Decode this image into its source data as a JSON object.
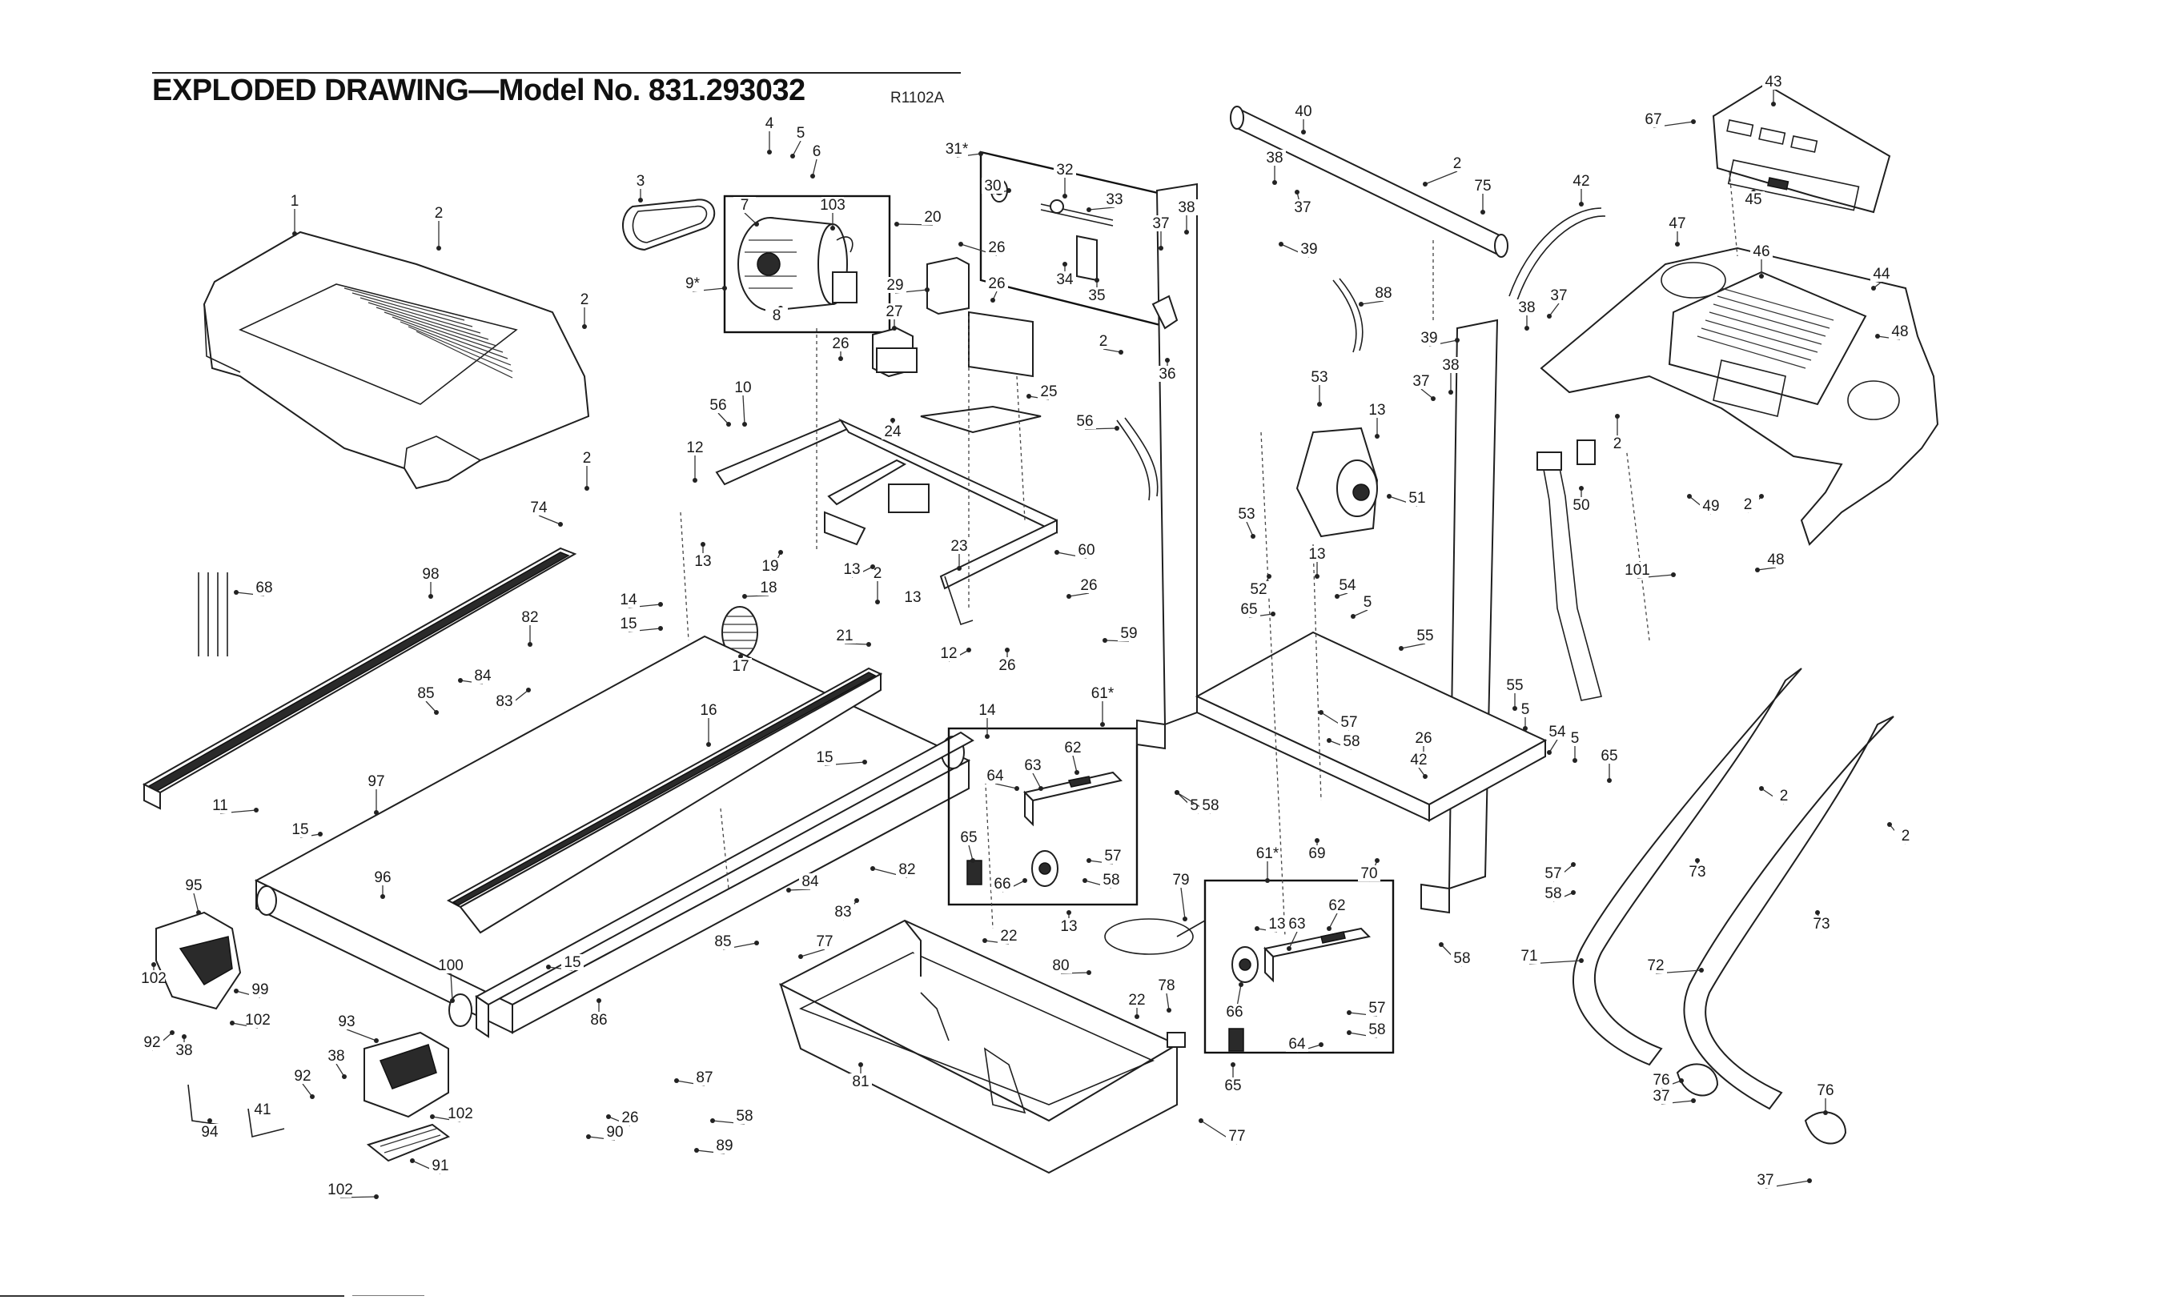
{
  "header": {
    "title": "EXPLODED DRAWING—Model No. 831.293032",
    "ref_code": "R1102A"
  },
  "callouts": [
    {
      "id": "c1",
      "label": "1"
    },
    {
      "id": "c2a",
      "label": "2"
    },
    {
      "id": "c2b",
      "label": "2"
    },
    {
      "id": "c2c",
      "label": "2"
    },
    {
      "id": "c2d",
      "label": "2"
    },
    {
      "id": "c2e",
      "label": "2"
    },
    {
      "id": "c2f",
      "label": "2"
    },
    {
      "id": "c2g",
      "label": "2"
    },
    {
      "id": "c2h",
      "label": "2"
    },
    {
      "id": "c2i",
      "label": "2"
    },
    {
      "id": "c2j",
      "label": "2"
    },
    {
      "id": "c3",
      "label": "3"
    },
    {
      "id": "c4",
      "label": "4"
    },
    {
      "id": "c5a",
      "label": "5"
    },
    {
      "id": "c5b",
      "label": "5"
    },
    {
      "id": "c5c",
      "label": "5"
    },
    {
      "id": "c5d",
      "label": "5"
    },
    {
      "id": "c6",
      "label": "6"
    },
    {
      "id": "c7",
      "label": "7"
    },
    {
      "id": "c8",
      "label": "8"
    },
    {
      "id": "c9",
      "label": "9*"
    },
    {
      "id": "c10",
      "label": "10"
    },
    {
      "id": "c11",
      "label": "11"
    },
    {
      "id": "c12a",
      "label": "12"
    },
    {
      "id": "c12b",
      "label": "12"
    },
    {
      "id": "c13a",
      "label": "13"
    },
    {
      "id": "c13b",
      "label": "13"
    },
    {
      "id": "c13c",
      "label": "13"
    },
    {
      "id": "c13d",
      "label": "13"
    },
    {
      "id": "c13e",
      "label": "13"
    },
    {
      "id": "c13f",
      "label": "13"
    },
    {
      "id": "c13g",
      "label": "13"
    },
    {
      "id": "c14a",
      "label": "14"
    },
    {
      "id": "c14b",
      "label": "14"
    },
    {
      "id": "c15a",
      "label": "15"
    },
    {
      "id": "c15b",
      "label": "15"
    },
    {
      "id": "c15c",
      "label": "15"
    },
    {
      "id": "c15d",
      "label": "15"
    },
    {
      "id": "c16",
      "label": "16"
    },
    {
      "id": "c17",
      "label": "17"
    },
    {
      "id": "c18",
      "label": "18"
    },
    {
      "id": "c19",
      "label": "19"
    },
    {
      "id": "c20",
      "label": "20"
    },
    {
      "id": "c21",
      "label": "21"
    },
    {
      "id": "c22a",
      "label": "22"
    },
    {
      "id": "c22b",
      "label": "22"
    },
    {
      "id": "c23",
      "label": "23"
    },
    {
      "id": "c24",
      "label": "24"
    },
    {
      "id": "c25",
      "label": "25"
    },
    {
      "id": "c26a",
      "label": "26"
    },
    {
      "id": "c26b",
      "label": "26"
    },
    {
      "id": "c26c",
      "label": "26"
    },
    {
      "id": "c26d",
      "label": "26"
    },
    {
      "id": "c26e",
      "label": "26"
    },
    {
      "id": "c26f",
      "label": "26"
    },
    {
      "id": "c26g",
      "label": "26"
    },
    {
      "id": "c27",
      "label": "27"
    },
    {
      "id": "c29",
      "label": "29"
    },
    {
      "id": "c30",
      "label": "30"
    },
    {
      "id": "c31",
      "label": "31*"
    },
    {
      "id": "c32",
      "label": "32"
    },
    {
      "id": "c33",
      "label": "33"
    },
    {
      "id": "c34",
      "label": "34"
    },
    {
      "id": "c35",
      "label": "35"
    },
    {
      "id": "c36",
      "label": "36"
    },
    {
      "id": "c37a",
      "label": "37"
    },
    {
      "id": "c37b",
      "label": "37"
    },
    {
      "id": "c37c",
      "label": "37"
    },
    {
      "id": "c37d",
      "label": "37"
    },
    {
      "id": "c37e",
      "label": "37"
    },
    {
      "id": "c37f",
      "label": "37"
    },
    {
      "id": "c38a",
      "label": "38"
    },
    {
      "id": "c38b",
      "label": "38"
    },
    {
      "id": "c38c",
      "label": "38"
    },
    {
      "id": "c38d",
      "label": "38"
    },
    {
      "id": "c38e",
      "label": "38"
    },
    {
      "id": "c38f",
      "label": "38"
    },
    {
      "id": "c39a",
      "label": "39"
    },
    {
      "id": "c39b",
      "label": "39"
    },
    {
      "id": "c40",
      "label": "40"
    },
    {
      "id": "c41",
      "label": "41"
    },
    {
      "id": "c42a",
      "label": "42"
    },
    {
      "id": "c42b",
      "label": "42"
    },
    {
      "id": "c43",
      "label": "43"
    },
    {
      "id": "c44",
      "label": "44"
    },
    {
      "id": "c45",
      "label": "45"
    },
    {
      "id": "c46",
      "label": "46"
    },
    {
      "id": "c47",
      "label": "47"
    },
    {
      "id": "c48a",
      "label": "48"
    },
    {
      "id": "c48b",
      "label": "48"
    },
    {
      "id": "c49",
      "label": "49"
    },
    {
      "id": "c50",
      "label": "50"
    },
    {
      "id": "c51",
      "label": "51"
    },
    {
      "id": "c52",
      "label": "52"
    },
    {
      "id": "c53a",
      "label": "53"
    },
    {
      "id": "c53b",
      "label": "53"
    },
    {
      "id": "c54a",
      "label": "54"
    },
    {
      "id": "c54b",
      "label": "54"
    },
    {
      "id": "c55a",
      "label": "55"
    },
    {
      "id": "c55b",
      "label": "55"
    },
    {
      "id": "c56a",
      "label": "56"
    },
    {
      "id": "c56b",
      "label": "56"
    },
    {
      "id": "c57a",
      "label": "57"
    },
    {
      "id": "c57b",
      "label": "57"
    },
    {
      "id": "c57c",
      "label": "57"
    },
    {
      "id": "c57d",
      "label": "57"
    },
    {
      "id": "c58a",
      "label": "58"
    },
    {
      "id": "c58b",
      "label": "58"
    },
    {
      "id": "c58c",
      "label": "58"
    },
    {
      "id": "c58d",
      "label": "58"
    },
    {
      "id": "c58e",
      "label": "58"
    },
    {
      "id": "c58f",
      "label": "58"
    },
    {
      "id": "c58g",
      "label": "58"
    },
    {
      "id": "c58h",
      "label": "58"
    },
    {
      "id": "c59",
      "label": "59"
    },
    {
      "id": "c60",
      "label": "60"
    },
    {
      "id": "c61a",
      "label": "61*"
    },
    {
      "id": "c61b",
      "label": "61*"
    },
    {
      "id": "c62a",
      "label": "62"
    },
    {
      "id": "c62b",
      "label": "62"
    },
    {
      "id": "c63a",
      "label": "63"
    },
    {
      "id": "c63b",
      "label": "63"
    },
    {
      "id": "c64a",
      "label": "64"
    },
    {
      "id": "c64b",
      "label": "64"
    },
    {
      "id": "c65a",
      "label": "65"
    },
    {
      "id": "c65b",
      "label": "65"
    },
    {
      "id": "c65c",
      "label": "65"
    },
    {
      "id": "c65d",
      "label": "65"
    },
    {
      "id": "c66a",
      "label": "66"
    },
    {
      "id": "c66b",
      "label": "66"
    },
    {
      "id": "c67",
      "label": "67"
    },
    {
      "id": "c68",
      "label": "68"
    },
    {
      "id": "c69",
      "label": "69"
    },
    {
      "id": "c70",
      "label": "70"
    },
    {
      "id": "c71",
      "label": "71"
    },
    {
      "id": "c72",
      "label": "72"
    },
    {
      "id": "c73a",
      "label": "73"
    },
    {
      "id": "c73b",
      "label": "73"
    },
    {
      "id": "c74",
      "label": "74"
    },
    {
      "id": "c75",
      "label": "75"
    },
    {
      "id": "c76a",
      "label": "76"
    },
    {
      "id": "c76b",
      "label": "76"
    },
    {
      "id": "c77a",
      "label": "77"
    },
    {
      "id": "c77b",
      "label": "77"
    },
    {
      "id": "c78",
      "label": "78"
    },
    {
      "id": "c79",
      "label": "79"
    },
    {
      "id": "c80",
      "label": "80"
    },
    {
      "id": "c81",
      "label": "81"
    },
    {
      "id": "c82a",
      "label": "82"
    },
    {
      "id": "c82b",
      "label": "82"
    },
    {
      "id": "c83a",
      "label": "83"
    },
    {
      "id": "c83b",
      "label": "83"
    },
    {
      "id": "c84a",
      "label": "84"
    },
    {
      "id": "c84b",
      "label": "84"
    },
    {
      "id": "c85a",
      "label": "85"
    },
    {
      "id": "c85b",
      "label": "85"
    },
    {
      "id": "c86",
      "label": "86"
    },
    {
      "id": "c87",
      "label": "87"
    },
    {
      "id": "c88",
      "label": "88"
    },
    {
      "id": "c89",
      "label": "89"
    },
    {
      "id": "c90",
      "label": "90"
    },
    {
      "id": "c91",
      "label": "91"
    },
    {
      "id": "c92a",
      "label": "92"
    },
    {
      "id": "c92b",
      "label": "92"
    },
    {
      "id": "c93",
      "label": "93"
    },
    {
      "id": "c94",
      "label": "94"
    },
    {
      "id": "c95",
      "label": "95"
    },
    {
      "id": "c96",
      "label": "96"
    },
    {
      "id": "c97",
      "label": "97"
    },
    {
      "id": "c98",
      "label": "98"
    },
    {
      "id": "c99",
      "label": "99"
    },
    {
      "id": "c100",
      "label": "100"
    },
    {
      "id": "c101",
      "label": "101"
    },
    {
      "id": "c102a",
      "label": "102"
    },
    {
      "id": "c102b",
      "label": "102"
    },
    {
      "id": "c102c",
      "label": "102"
    },
    {
      "id": "c102d",
      "label": "102"
    },
    {
      "id": "c103",
      "label": "103"
    }
  ]
}
